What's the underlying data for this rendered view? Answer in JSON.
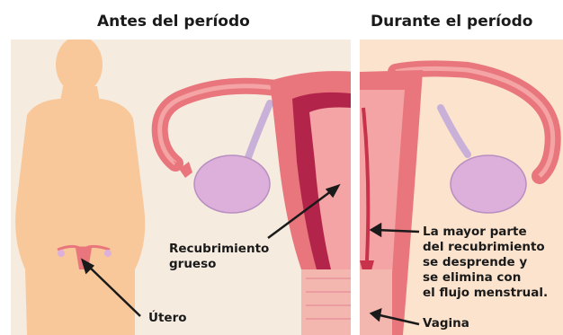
{
  "titles": {
    "before": "Antes del período",
    "during": "Durante el período"
  },
  "labels": {
    "lining_line1": "Recubrimiento",
    "lining_line2": "grueso",
    "uterus": "Útero",
    "shed_lines": [
      "La mayor parte",
      "del recubrimiento",
      "se desprende y",
      "se elimina con",
      "el flujo menstrual."
    ],
    "vagina": "Vagina"
  },
  "colors": {
    "panel_before_bg": "#f6ebdf",
    "panel_during_bg": "#fbe3cd",
    "silhouette": "#f8c89b",
    "tissue": "#e8767c",
    "tissue_light": "#f4a4a4",
    "lining": "#b3244a",
    "ovary": "#dcb0da",
    "flow": "#c8324a"
  }
}
